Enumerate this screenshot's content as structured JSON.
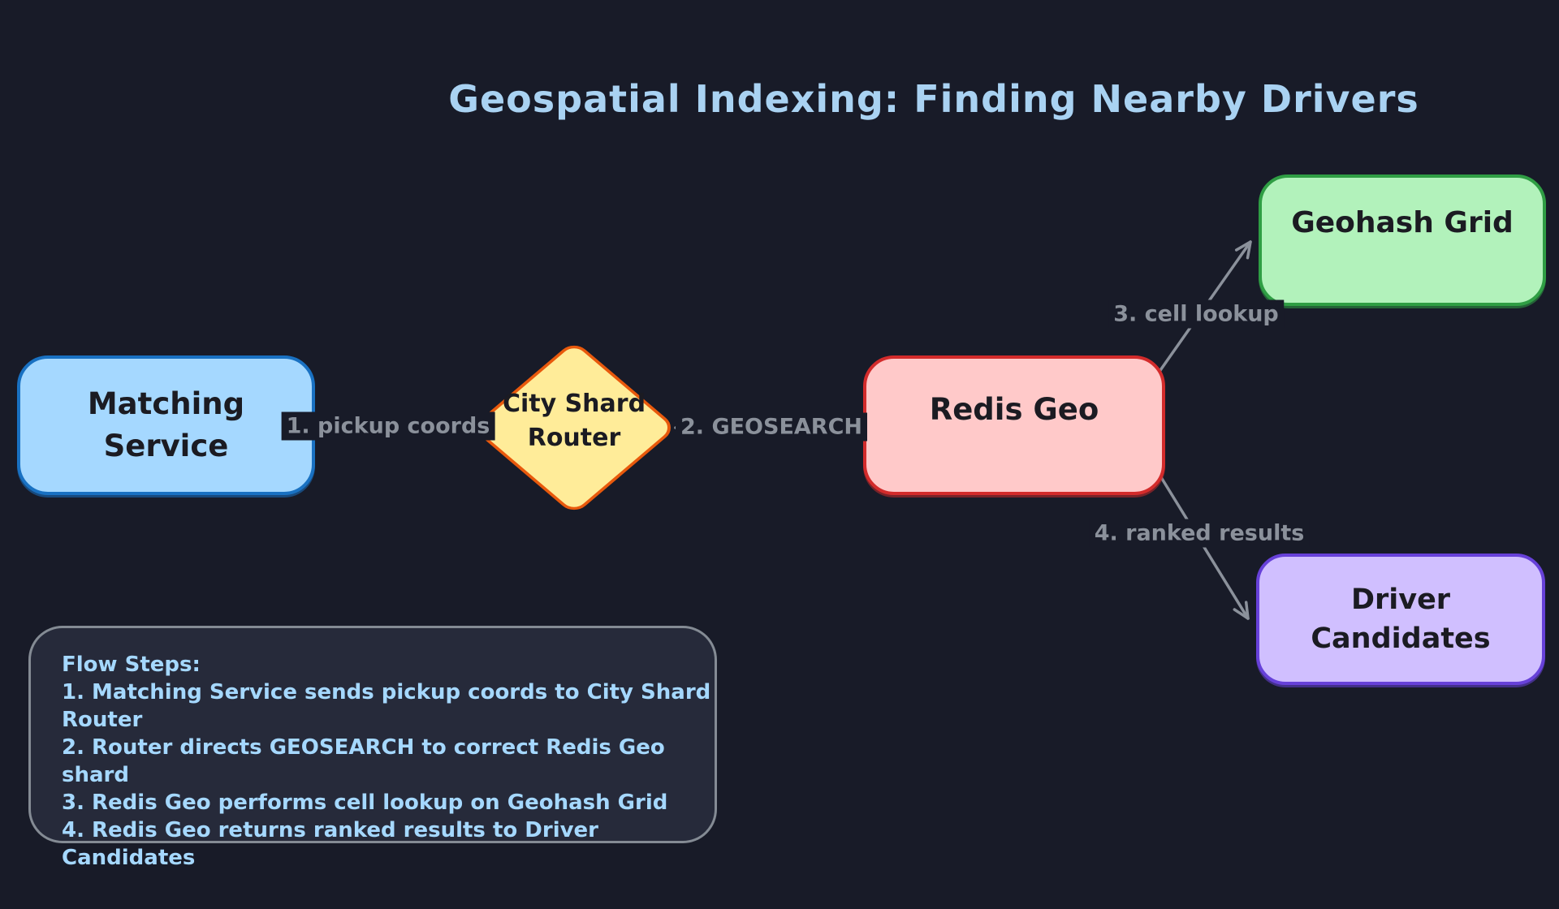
{
  "title": {
    "text": "Geospatial Indexing: Finding Nearby Drivers",
    "color": "#a9d2f2"
  },
  "canvas": {
    "background": "#181b28"
  },
  "nodes": {
    "matching_service": {
      "line1": "Matching",
      "line2": "Service",
      "fill": "#a5d8ff",
      "stroke": "#1971c2"
    },
    "city_shard_router": {
      "line1": "City Shard",
      "line2": "Router",
      "fill": "#ffec99",
      "stroke": "#e8590c"
    },
    "redis_geo": {
      "label": "Redis Geo",
      "fill": "#ffc9c9",
      "stroke": "#d32b2b"
    },
    "geohash_grid": {
      "label": "Geohash Grid",
      "fill": "#b2f2bb",
      "stroke": "#2f9e44"
    },
    "driver_candidates": {
      "line1": "Driver",
      "line2": "Candidates",
      "fill": "#d0bfff",
      "stroke": "#6741d9"
    }
  },
  "edges": {
    "e1": {
      "label": "1. pickup coords"
    },
    "e2": {
      "label": "2. GEOSEARCH"
    },
    "e3": {
      "label": "3. cell lookup"
    },
    "e4": {
      "label": "4. ranked results"
    },
    "color": "#8b919b"
  },
  "flow_panel": {
    "heading": "Flow Steps:",
    "steps": [
      "1. Matching Service sends pickup coords to City Shard Router",
      "2. Router directs GEOSEARCH to correct Redis Geo shard",
      "3. Redis Geo performs cell lookup on Geohash Grid",
      "4. Redis Geo returns ranked results to Driver Candidates"
    ]
  }
}
